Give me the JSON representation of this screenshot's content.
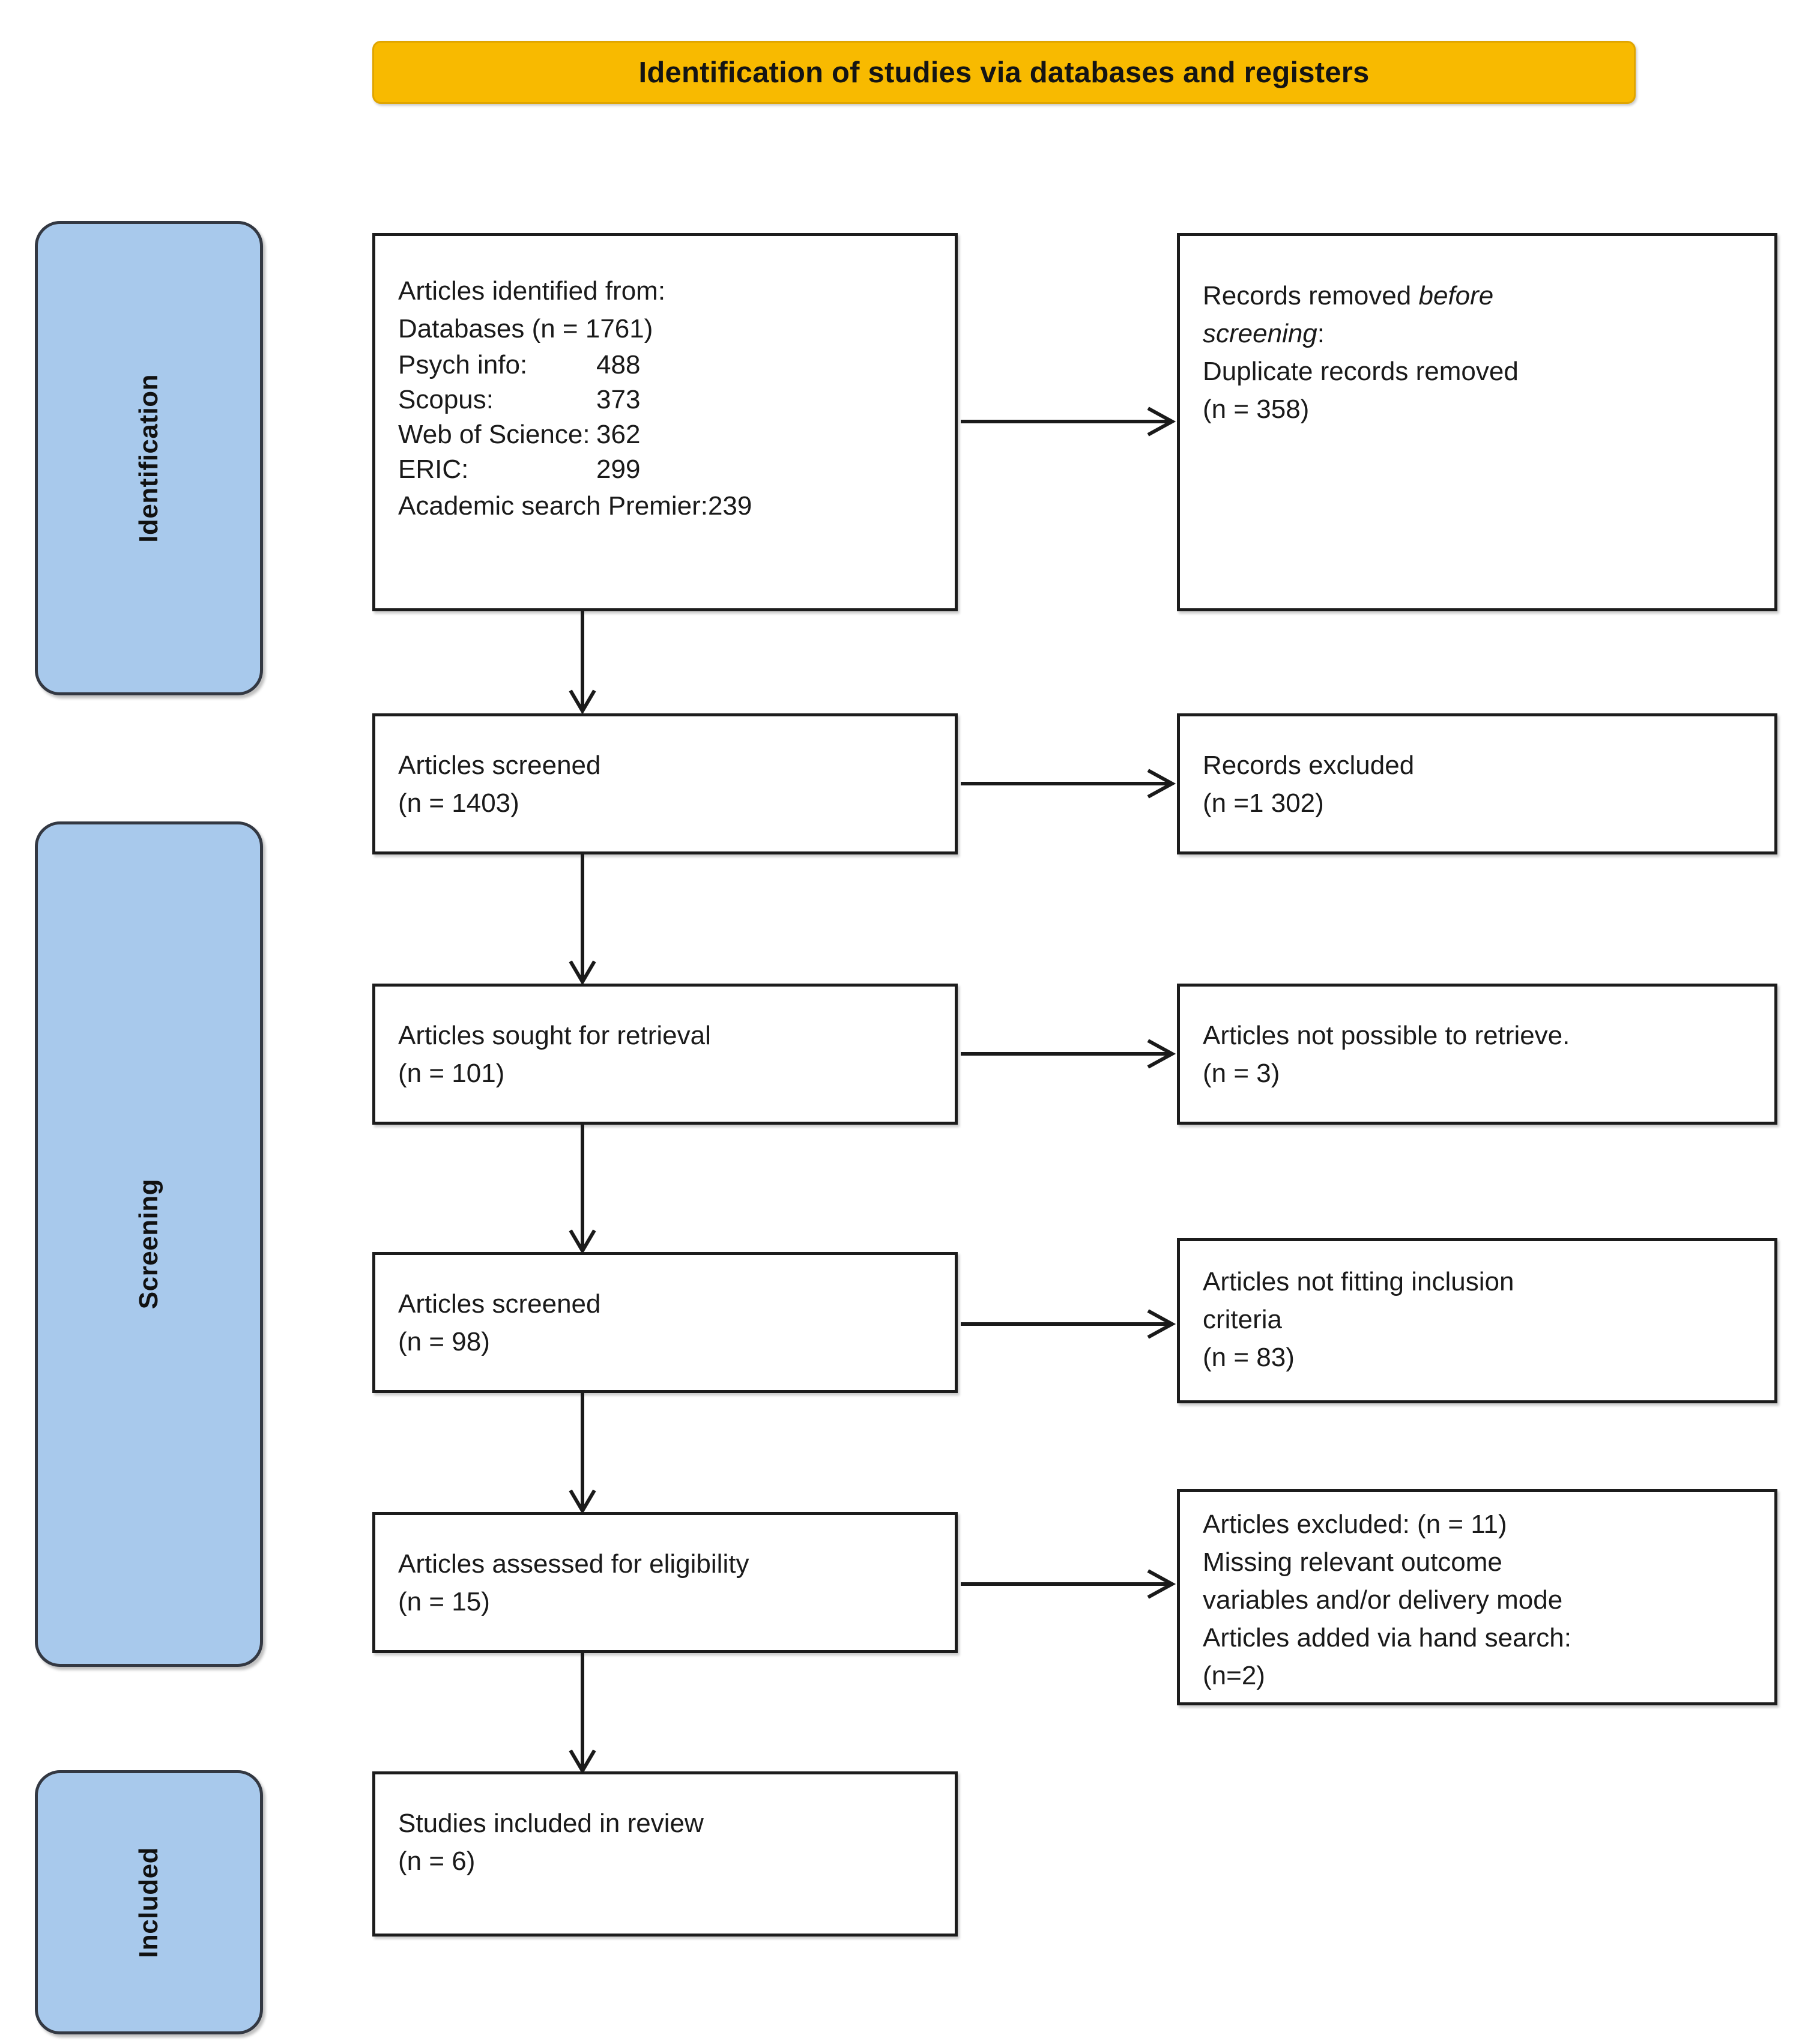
{
  "title_banner": {
    "text": "Identification of studies via databases and registers",
    "bg_color": "#F8BA00"
  },
  "stages": {
    "identification": "Identification",
    "screening": "Screening",
    "included": "Included",
    "pill_color": "#A8C9EC"
  },
  "left_column": {
    "identified": {
      "line1": "Articles identified from:",
      "line2": "Databases (n = 1761)",
      "sources": [
        {
          "name": "Psych info:",
          "count": "488"
        },
        {
          "name": "Scopus:",
          "count": "373"
        },
        {
          "name": "Web of Science:",
          "count": "362"
        },
        {
          "name": "ERIC:",
          "count": "299"
        }
      ],
      "last_line": "Academic search Premier:239"
    },
    "screened_1": {
      "line1": "Articles screened",
      "line2": "(n = 1403)"
    },
    "sought": {
      "line1": "Articles sought for retrieval",
      "line2": "(n = 101)"
    },
    "screened_2": {
      "line1": "Articles screened",
      "line2": "(n = 98)"
    },
    "eligibility": {
      "line1": "Articles assessed for eligibility",
      "line2": "(n = 15)"
    },
    "included": {
      "line1": "Studies included in review",
      "line2": "(n = 6)"
    }
  },
  "right_column": {
    "removed_before": {
      "line1_pre": "Records removed ",
      "line1_em": "before",
      "line2_em": "screening",
      "line2_post": ":",
      "line3": "Duplicate records removed",
      "line4": "(n = 358)"
    },
    "excluded_1": {
      "line1": "Records excluded",
      "line2": "(n =1 302)"
    },
    "not_retrieved": {
      "line1": "Articles not possible to retrieve.",
      "line2": "(n = 3)"
    },
    "not_fitting": {
      "line1": "Articles not fitting inclusion",
      "line2": "criteria",
      "line3": "(n = 83)"
    },
    "excluded_2": {
      "line1": "Articles excluded: (n = 11)",
      "line2": "Missing relevant outcome",
      "line3": "variables and/or delivery mode",
      "line4": "Articles added via hand search:",
      "line5": "(n=2)"
    }
  },
  "chart_data": {
    "type": "diagram",
    "diagram_kind": "PRISMA flow diagram",
    "title": "Identification of studies via databases and registers",
    "nodes": [
      {
        "id": "identified",
        "stage": "Identification",
        "label": "Articles identified from: Databases (n = 1761)",
        "n": 1761
      },
      {
        "id": "duplicates",
        "stage": "Identification",
        "label": "Duplicate records removed",
        "n": 358
      },
      {
        "id": "screened_1",
        "stage": "Screening",
        "label": "Articles screened",
        "n": 1403
      },
      {
        "id": "excluded_1",
        "stage": "Screening",
        "label": "Records excluded",
        "n": 1302
      },
      {
        "id": "sought",
        "stage": "Screening",
        "label": "Articles sought for retrieval",
        "n": 101
      },
      {
        "id": "not_retrieved",
        "stage": "Screening",
        "label": "Articles not possible to retrieve.",
        "n": 3
      },
      {
        "id": "screened_2",
        "stage": "Screening",
        "label": "Articles screened",
        "n": 98
      },
      {
        "id": "not_fitting",
        "stage": "Screening",
        "label": "Articles not fitting inclusion criteria",
        "n": 83
      },
      {
        "id": "eligibility",
        "stage": "Screening",
        "label": "Articles assessed for eligibility",
        "n": 15
      },
      {
        "id": "excluded_2",
        "stage": "Screening",
        "label": "Articles excluded",
        "n": 11
      },
      {
        "id": "hand_search",
        "stage": "Screening",
        "label": "Articles added via hand search",
        "n": 2
      },
      {
        "id": "included",
        "stage": "Included",
        "label": "Studies included in review",
        "n": 6
      }
    ],
    "sources": [
      {
        "name": "Psych info",
        "n": 488
      },
      {
        "name": "Scopus",
        "n": 373
      },
      {
        "name": "Web of Science",
        "n": 362
      },
      {
        "name": "ERIC",
        "n": 299
      },
      {
        "name": "Academic search Premier",
        "n": 239
      }
    ],
    "edges": [
      {
        "from": "identified",
        "to": "duplicates",
        "direction": "right"
      },
      {
        "from": "identified",
        "to": "screened_1",
        "direction": "down"
      },
      {
        "from": "screened_1",
        "to": "excluded_1",
        "direction": "right"
      },
      {
        "from": "screened_1",
        "to": "sought",
        "direction": "down"
      },
      {
        "from": "sought",
        "to": "not_retrieved",
        "direction": "right"
      },
      {
        "from": "sought",
        "to": "screened_2",
        "direction": "down"
      },
      {
        "from": "screened_2",
        "to": "not_fitting",
        "direction": "right"
      },
      {
        "from": "screened_2",
        "to": "eligibility",
        "direction": "down"
      },
      {
        "from": "eligibility",
        "to": "excluded_2",
        "direction": "right"
      },
      {
        "from": "eligibility",
        "to": "included",
        "direction": "down"
      }
    ]
  }
}
